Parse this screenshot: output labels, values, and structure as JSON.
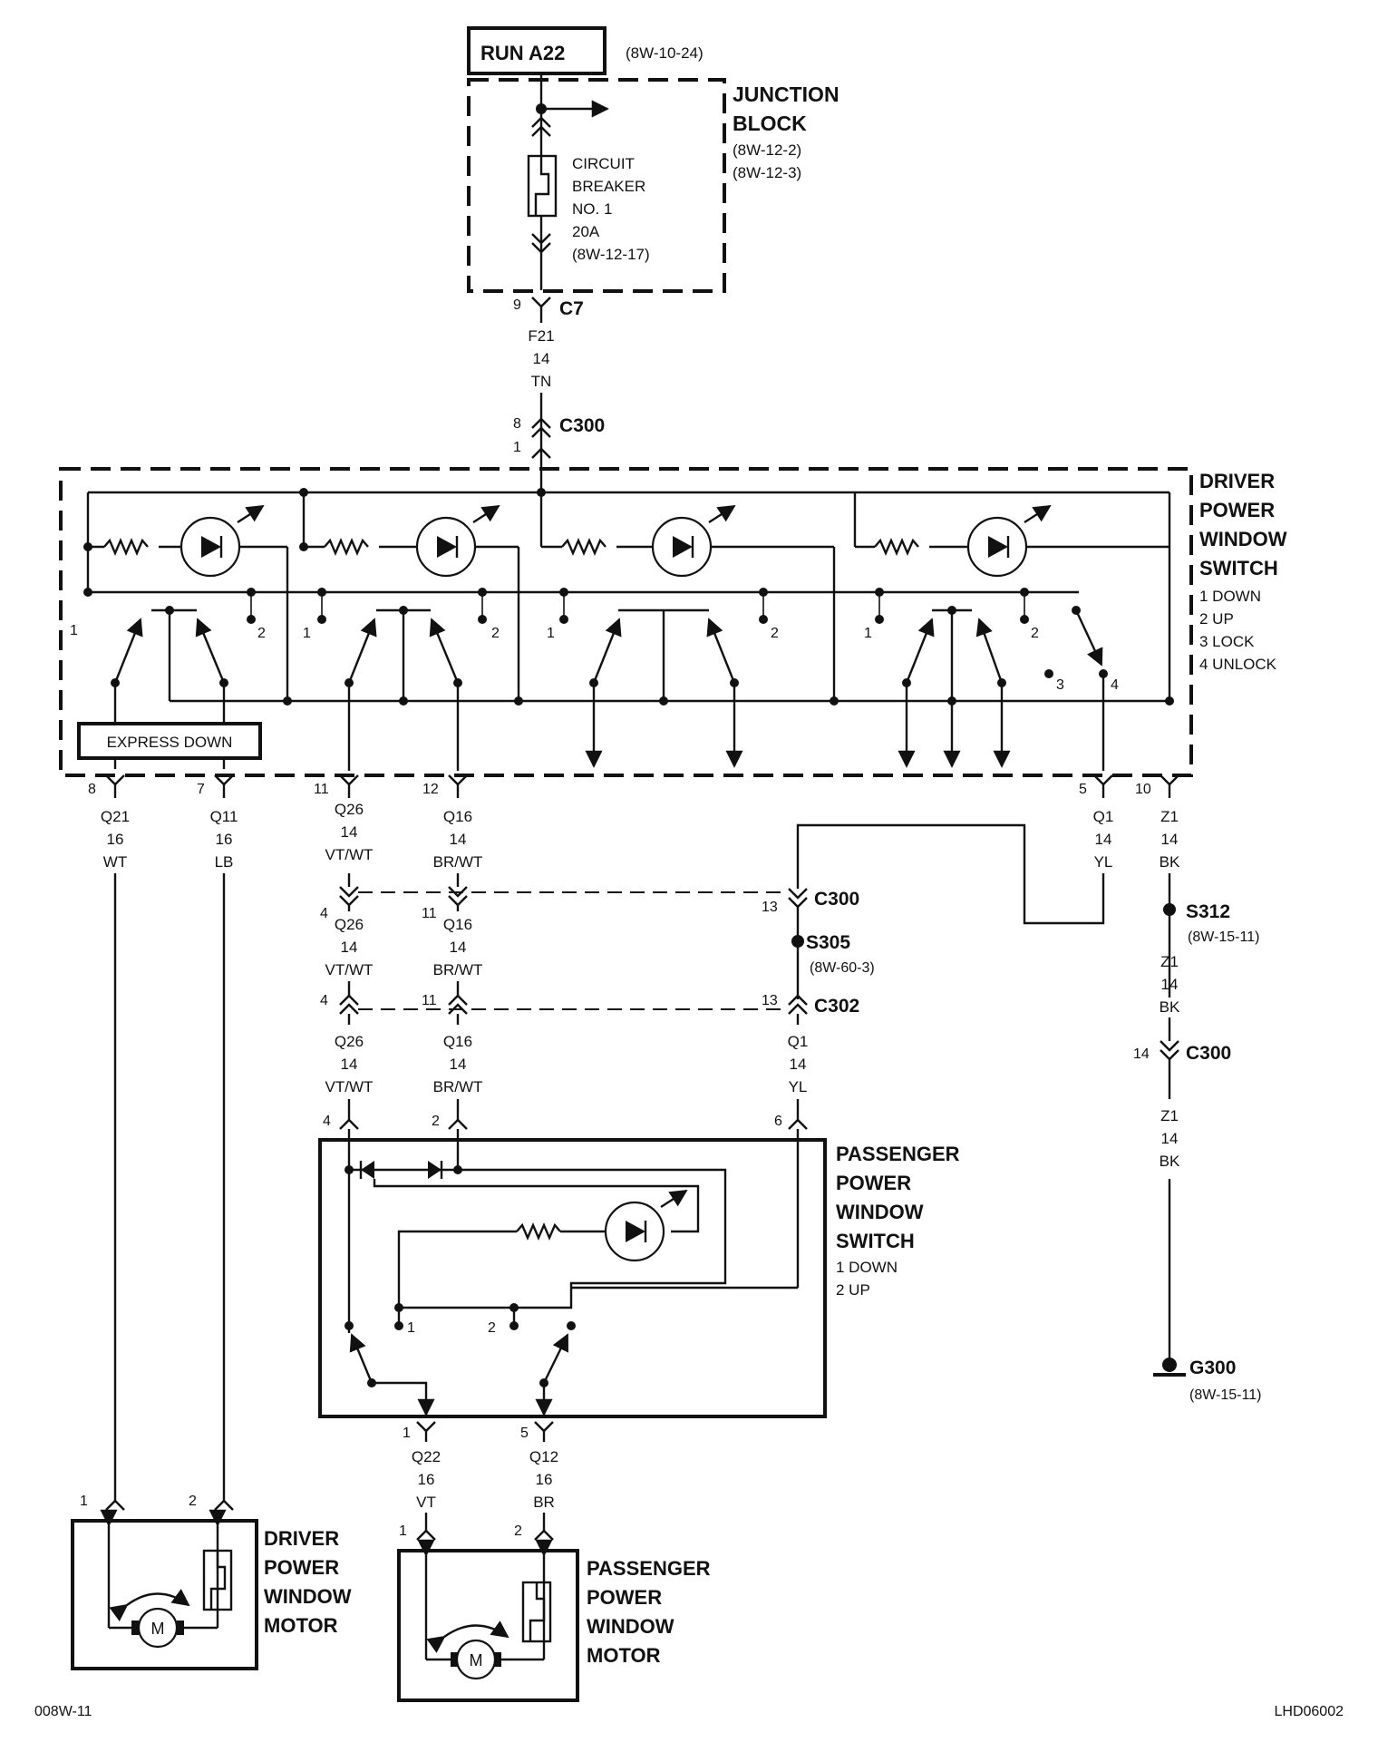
{
  "source": {
    "label": "RUN A22",
    "ref": "(8W-10-24)"
  },
  "junction_block": {
    "title_line1": "JUNCTION",
    "title_line2": "BLOCK",
    "ref1": "(8W-12-2)",
    "ref2": "(8W-12-3)",
    "breaker": [
      "CIRCUIT",
      "BREAKER",
      "NO. 1",
      "20A",
      "(8W-12-17)"
    ],
    "out_pin": "9",
    "out_connector": "C7"
  },
  "feed_wire": {
    "circuit": "F21",
    "gauge": "14",
    "color": "TN",
    "conn_pin_top": "8",
    "conn_pin_bottom": "1",
    "connector": "C300"
  },
  "driver_switch": {
    "title": [
      "DRIVER",
      "POWER",
      "WINDOW",
      "SWITCH"
    ],
    "legend": [
      "1 DOWN",
      "2 UP",
      "3 LOCK",
      "4 UNLOCK"
    ],
    "express_label": "EXPRESS DOWN",
    "contact_labels": [
      "1",
      "2",
      "1",
      "2",
      "1",
      "2",
      "1",
      "2",
      "3",
      "4"
    ],
    "pins": [
      {
        "pin": "8",
        "circuit": "Q21",
        "gauge": "16",
        "color": "WT"
      },
      {
        "pin": "7",
        "circuit": "Q11",
        "gauge": "16",
        "color": "LB"
      },
      {
        "pin": "11",
        "circuit": "Q26",
        "gauge": "14",
        "color": "VT/WT"
      },
      {
        "pin": "12",
        "circuit": "Q16",
        "gauge": "14",
        "color": "BR/WT"
      },
      {
        "pin": "5",
        "circuit": "Q1",
        "gauge": "14",
        "color": "YL"
      },
      {
        "pin": "10",
        "circuit": "Z1",
        "gauge": "14",
        "color": "BK"
      }
    ]
  },
  "c300_mid": {
    "pins": [
      "4",
      "11",
      "13"
    ],
    "connector": "C300",
    "wires": [
      {
        "circuit": "Q26",
        "gauge": "14",
        "color": "VT/WT"
      },
      {
        "circuit": "Q16",
        "gauge": "14",
        "color": "BR/WT"
      }
    ]
  },
  "splice_s305": {
    "label": "S305",
    "ref": "(8W-60-3)"
  },
  "c302": {
    "pins": [
      "4",
      "11",
      "13"
    ],
    "connector": "C302",
    "wires": [
      {
        "circuit": "Q26",
        "gauge": "14",
        "color": "VT/WT"
      },
      {
        "circuit": "Q16",
        "gauge": "14",
        "color": "BR/WT"
      },
      {
        "circuit": "Q1",
        "gauge": "14",
        "color": "YL"
      }
    ]
  },
  "ground_path": {
    "splice": "S312",
    "splice_ref": "(8W-15-11)",
    "wire_upper": {
      "circuit": "Z1",
      "gauge": "14",
      "color": "BK"
    },
    "conn_pin": "14",
    "connector": "C300",
    "wire_lower": {
      "circuit": "Z1",
      "gauge": "14",
      "color": "BK"
    },
    "ground": "G300",
    "ground_ref": "(8W-15-11)"
  },
  "passenger_switch": {
    "title": [
      "PASSENGER",
      "POWER",
      "WINDOW",
      "SWITCH"
    ],
    "legend": [
      "1 DOWN",
      "2 UP"
    ],
    "in_pins": [
      "4",
      "2",
      "6"
    ],
    "contact_labels": [
      "1",
      "2"
    ],
    "out_pins": [
      {
        "pin": "1",
        "circuit": "Q22",
        "gauge": "16",
        "color": "VT"
      },
      {
        "pin": "5",
        "circuit": "Q12",
        "gauge": "16",
        "color": "BR"
      }
    ]
  },
  "driver_motor": {
    "title": [
      "DRIVER",
      "POWER",
      "WINDOW",
      "MOTOR"
    ],
    "pins": [
      "1",
      "2"
    ],
    "symbol": "M"
  },
  "passenger_motor": {
    "title": [
      "PASSENGER",
      "POWER",
      "WINDOW",
      "MOTOR"
    ],
    "pins": [
      "1",
      "2"
    ],
    "symbol": "M"
  },
  "footer": {
    "left": "008W-11",
    "right": "LHD06002"
  }
}
